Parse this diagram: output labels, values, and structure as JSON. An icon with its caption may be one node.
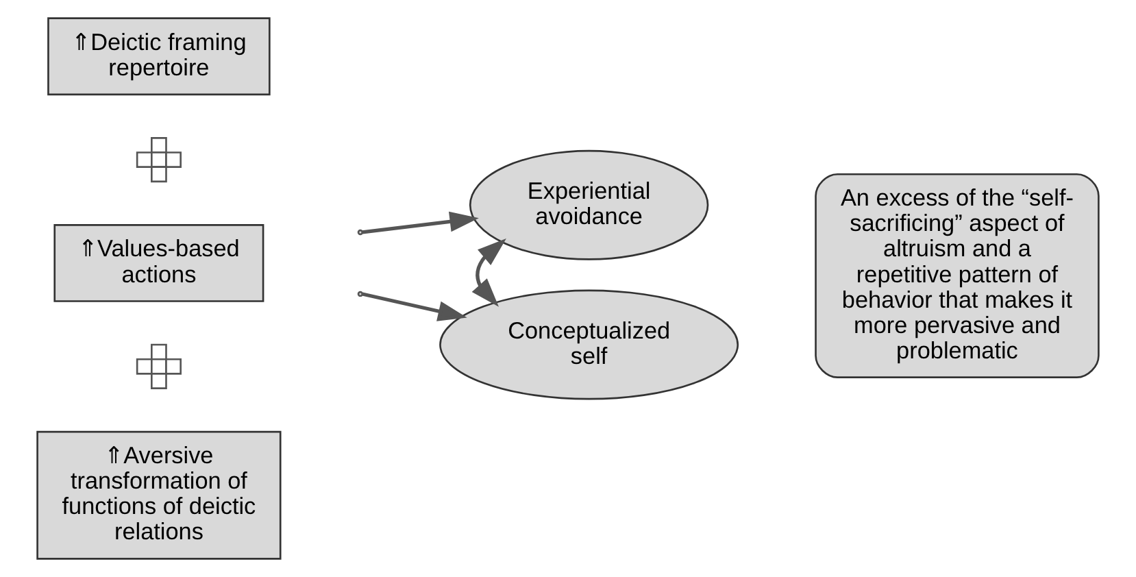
{
  "diagram": {
    "nodes": [
      {
        "text": [
          "⇑Deictic framing repertoire"
        ]
      },
      {
        "text": [],
        "shape": "plus"
      },
      {
        "text": [
          "⇑Values-based actions"
        ]
      },
      {
        "text": [],
        "shape": "plus"
      },
      {
        "text": [
          "⇑Aversive transformation of functions of deictic relations"
        ]
      },
      {
        "text": [
          "Experiential avoidance"
        ]
      },
      {
        "text": [
          "Conceptualized self"
        ]
      },
      {
        "text": [
          "An excess of the “self-sacrificing” aspect of altruism and a repetitive pattern of behavior that makes it more pervasive and problematic"
        ]
      }
    ],
    "edges": [
      {
        "from": null,
        "to": 5,
        "arrow": "to"
      },
      {
        "from": null,
        "to": 6,
        "arrow": "to"
      },
      {
        "from": 5,
        "to": 6,
        "arrow": "both"
      }
    ]
  }
}
